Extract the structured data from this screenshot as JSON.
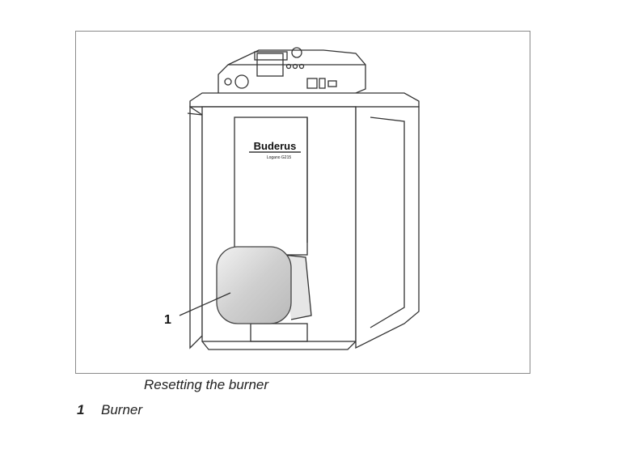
{
  "figure": {
    "brand_logo": "Buderus",
    "model_label": "Logano G215",
    "callout_number": "1",
    "caption": "Resetting the burner"
  },
  "legend": [
    {
      "number": "1",
      "label": "Burner"
    }
  ]
}
